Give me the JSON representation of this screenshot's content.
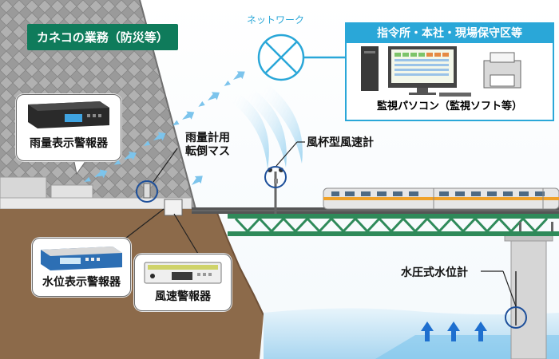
{
  "title": "カネコの業務（防災等）",
  "network_label": "ネットワーク",
  "office": {
    "header": "指令所・本社・現場保守区等",
    "caption": "監視パソコン（監視ソフト等）"
  },
  "devices": {
    "rain_display_alarm": "雨量表示警報器",
    "tipping_bucket_rain_gauge": [
      "雨量計用",
      "転倒マス"
    ],
    "anemometer": "風杯型風速計",
    "water_level_display_alarm": "水位表示警報器",
    "wind_speed_alarm": "風速警報器",
    "pressure_water_level_gauge": "水圧式水位計"
  },
  "colors": {
    "title_bg": "#0f7b5b",
    "accent_blue": "#2aa7d8",
    "ground": "#8c6a4a",
    "water": "#cfe8f7",
    "bridge_green": "#2f8a5a"
  }
}
